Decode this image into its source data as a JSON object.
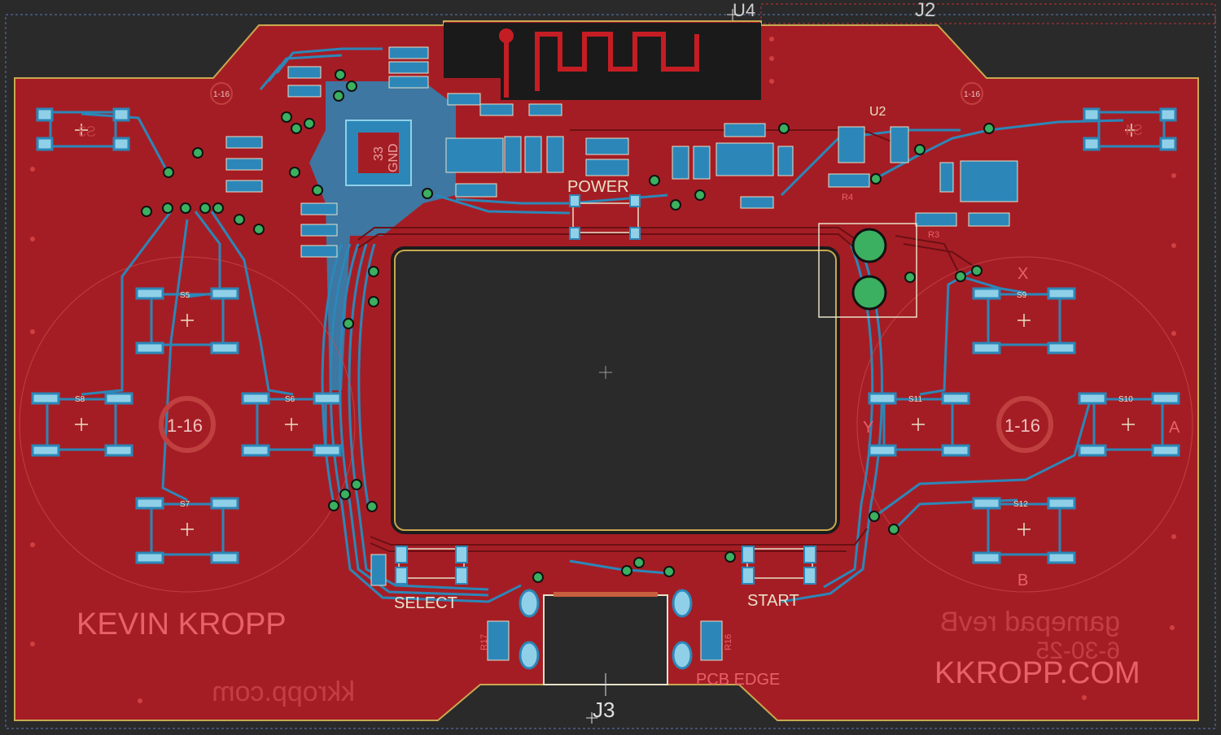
{
  "colors": {
    "background": "#2a2a2a",
    "copper_top": "#a51d24",
    "copper_bottom": "#2c87b8",
    "silkscreen": "#e8e0c8",
    "outline": "#c8a850",
    "pad": "#8fd0e8",
    "via_ring": "#3bb060"
  },
  "designators": {
    "u4": "U4",
    "j2": "J2",
    "j3": "J3",
    "u2": "U2",
    "s8": "S8",
    "s9": "S9",
    "s10": "S10",
    "s11": "S11",
    "s12": "S12",
    "s5": "S5",
    "s6": "S6",
    "s7": "S7",
    "s4": "S4",
    "s3": "S3",
    "r17": "R17",
    "r16": "R16",
    "r4": "R4",
    "r3": "R3"
  },
  "silkscreen": {
    "power": "POWER",
    "select": "SELECT",
    "start": "START",
    "pcb_edge": "PCB EDGE",
    "name": "KEVIN KROPP",
    "site_back": "kkropp.com",
    "site_front": "KKROPP.COM",
    "board_rev": "gamepad revB",
    "date": "6-30-25",
    "x": "X",
    "y": "Y",
    "a": "A",
    "b": "B",
    "gnd": "GND",
    "chip_num": "33"
  },
  "panel_ids": {
    "left": "1-16",
    "right": "1-16",
    "small_left": "1-16",
    "small_right": "1-16"
  },
  "icons": [
    "crosshair-icon",
    "mounting-hole-icon",
    "via-icon"
  ]
}
